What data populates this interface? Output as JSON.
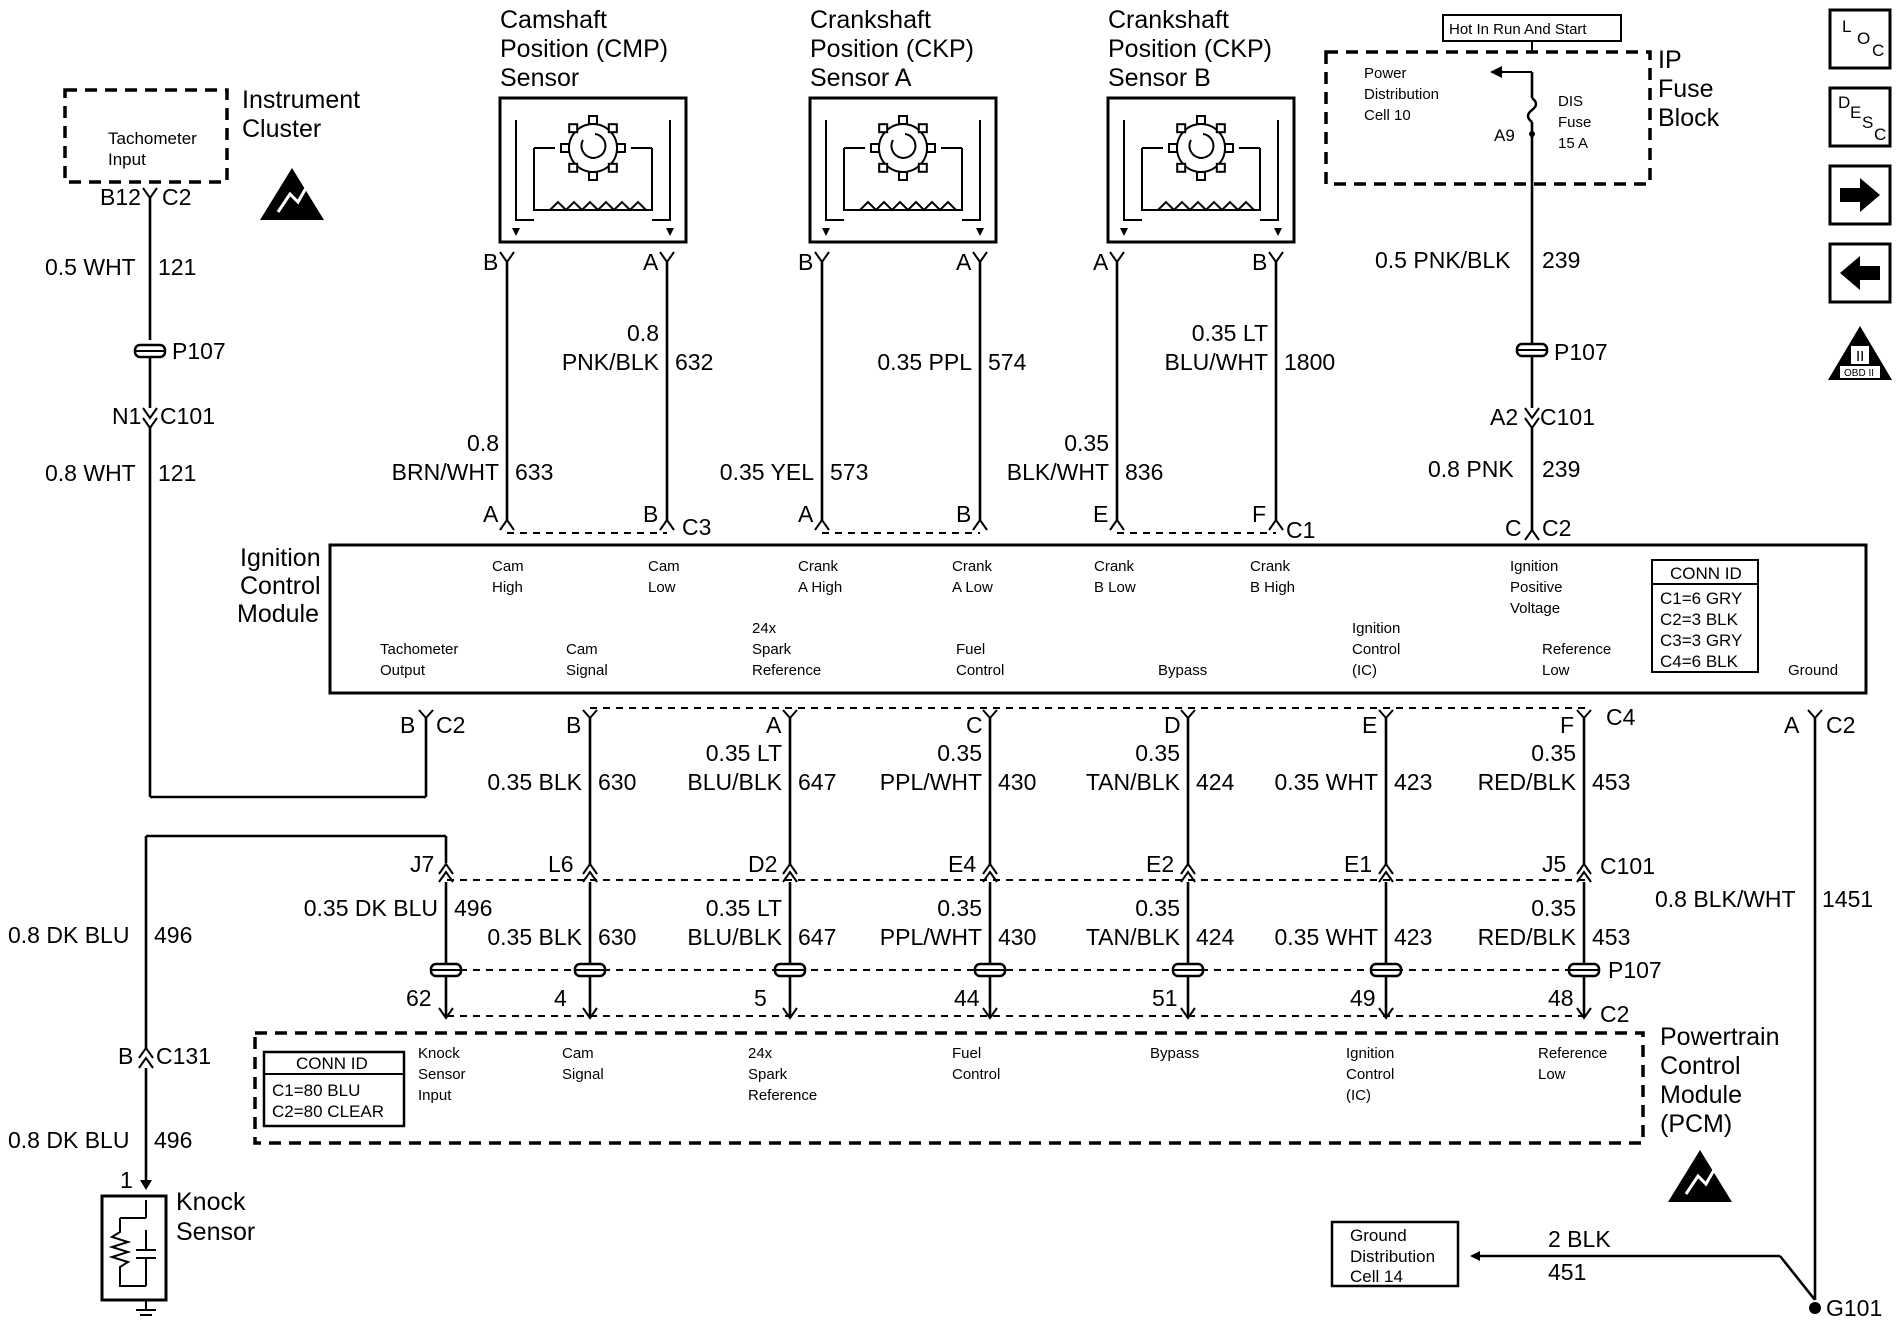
{
  "modules": {
    "instrument_cluster": {
      "name": "Instrument Cluster",
      "pin": "Tachometer Input",
      "connector": "B12",
      "connector_id": "C2"
    },
    "cmp_sensor": {
      "name": [
        "Camshaft",
        "Position (CMP)",
        "Sensor"
      ],
      "pins": [
        "B",
        "A"
      ]
    },
    "ckp_a": {
      "name": [
        "Crankshaft",
        "Position (CKP)",
        "Sensor A"
      ],
      "pins": [
        "B",
        "A"
      ]
    },
    "ckp_b": {
      "name": [
        "Crankshaft",
        "Position (CKP)",
        "Sensor B"
      ],
      "pins": [
        "A",
        "B"
      ]
    },
    "fuse_block": {
      "hot_label": "Hot In Run And Start",
      "name": [
        "IP",
        "Fuse",
        "Block"
      ],
      "pdc": [
        "Power",
        "Distribution",
        "Cell 10"
      ],
      "fuse": [
        "DIS",
        "Fuse",
        "15 A"
      ],
      "terminal": "A9"
    },
    "icm": {
      "name": [
        "Ignition",
        "Control",
        "Module"
      ],
      "top_labels": [
        [
          "Cam",
          "High"
        ],
        [
          "Cam",
          "Low"
        ],
        [
          "Crank",
          "A High"
        ],
        [
          "Crank",
          "A Low"
        ],
        [
          "Crank",
          "B Low"
        ],
        [
          "Crank",
          "B High"
        ],
        [
          "Ignition",
          "Positive",
          "Voltage"
        ]
      ],
      "bottom_labels": [
        [
          "Tachometer",
          "Output"
        ],
        [
          "Cam",
          "Signal"
        ],
        [
          "24x",
          "Spark",
          "Reference"
        ],
        [
          "Fuel",
          "Control"
        ],
        [
          "Bypass"
        ],
        [
          "Ignition",
          "Control",
          "(IC)"
        ],
        [
          "Reference",
          "Low"
        ],
        [
          "Ground"
        ]
      ],
      "conn_id_title": "CONN ID",
      "conn_ids": [
        "C1=6 GRY",
        "C2=3 BLK",
        "C3=3 GRY",
        "C4=6 BLK"
      ]
    },
    "pcm": {
      "name": [
        "Powertrain",
        "Control",
        "Module",
        "(PCM)"
      ],
      "labels": [
        [
          "Knock",
          "Sensor",
          "Input"
        ],
        [
          "Cam",
          "Signal"
        ],
        [
          "24x",
          "Spark",
          "Reference"
        ],
        [
          "Fuel",
          "Control"
        ],
        [
          "Bypass"
        ],
        [
          "Ignition",
          "Control",
          "(IC)"
        ],
        [
          "Reference",
          "Low"
        ]
      ],
      "conn_id_title": "CONN ID",
      "conn_ids": [
        "C1=80 BLU",
        "C2=80 CLEAR"
      ],
      "pins": [
        "62",
        "4",
        "5",
        "44",
        "51",
        "49",
        "48"
      ],
      "connector": "C2"
    },
    "knock_sensor": {
      "name": [
        "Knock",
        "Sensor"
      ],
      "pin": "1"
    },
    "ground_dist": {
      "name": [
        "Ground",
        "Distribution",
        "Cell 14"
      ]
    }
  },
  "wires": {
    "tach_upper": {
      "gauge": "0.5 WHT",
      "circuit": "121"
    },
    "tach_lower": {
      "gauge": "0.8 WHT",
      "circuit": "121"
    },
    "cmp_b": {
      "gauge": [
        "0.8",
        "BRN/WHT"
      ],
      "circuit": "633"
    },
    "cmp_a": {
      "gauge": [
        "0.8",
        "PNK/BLK"
      ],
      "circuit": "632"
    },
    "ckpa_b": {
      "gauge": "0.35 YEL",
      "circuit": "573"
    },
    "ckpa_a": {
      "gauge": "0.35 PPL",
      "circuit": "574"
    },
    "ckpb_a": {
      "gauge": [
        "0.35",
        "BLK/WHT"
      ],
      "circuit": "836"
    },
    "ckpb_b": {
      "gauge": [
        "0.35 LT",
        "BLU/WHT"
      ],
      "circuit": "1800"
    },
    "fuse_upper": {
      "gauge": "0.5 PNK/BLK",
      "circuit": "239"
    },
    "fuse_lower": {
      "gauge": "0.8 PNK",
      "circuit": "239"
    },
    "knock_upper": {
      "gauge": "0.8 DK BLU",
      "circuit": "496"
    },
    "knock_lower": {
      "gauge": "0.8 DK BLU",
      "circuit": "496"
    },
    "ground_icm": {
      "gauge": "0.8 BLK/WHT",
      "circuit": "1451"
    },
    "ground_451": {
      "gauge": "2 BLK",
      "circuit": "451"
    },
    "upper_row": [
      {
        "gauge": [
          "0.35 BLK"
        ],
        "circuit": "630"
      },
      {
        "gauge": [
          "0.35 LT",
          "BLU/BLK"
        ],
        "circuit": "647"
      },
      {
        "gauge": [
          "0.35",
          "PPL/WHT"
        ],
        "circuit": "430"
      },
      {
        "gauge": [
          "0.35",
          "TAN/BLK"
        ],
        "circuit": "424"
      },
      {
        "gauge": [
          "0.35 WHT"
        ],
        "circuit": "423"
      },
      {
        "gauge": [
          "0.35",
          "RED/BLK"
        ],
        "circuit": "453"
      }
    ],
    "lower_row": [
      {
        "gauge": [
          "0.35 DK BLU"
        ],
        "circuit": "496"
      },
      {
        "gauge": [
          "0.35 BLK"
        ],
        "circuit": "630"
      },
      {
        "gauge": [
          "0.35 LT",
          "BLU/BLK"
        ],
        "circuit": "647"
      },
      {
        "gauge": [
          "0.35",
          "PPL/WHT"
        ],
        "circuit": "430"
      },
      {
        "gauge": [
          "0.35",
          "TAN/BLK"
        ],
        "circuit": "424"
      },
      {
        "gauge": [
          "0.35 WHT"
        ],
        "circuit": "423"
      },
      {
        "gauge": [
          "0.35",
          "RED/BLK"
        ],
        "circuit": "453"
      }
    ]
  },
  "connectors": {
    "p107": "P107",
    "c101": "C101",
    "c131": "C131",
    "c1": "C1",
    "c2": "C2",
    "c3": "C3",
    "c4": "C4",
    "g101": "G101",
    "n1": "N1",
    "a2": "A2",
    "b_c131": "B",
    "icm_top_pins": [
      "A",
      "B",
      "A",
      "B",
      "E",
      "F",
      "C"
    ],
    "icm_bottom_pins": [
      "B",
      "B",
      "A",
      "C",
      "D",
      "E",
      "F",
      "A"
    ],
    "c101_pins": [
      "J7",
      "L6",
      "D2",
      "E4",
      "E2",
      "E1",
      "J5"
    ]
  },
  "nav": {
    "loc": [
      "L",
      "O",
      "C"
    ],
    "desc": [
      "D",
      "E",
      "S",
      "C"
    ],
    "next_icon": "right-arrow-icon",
    "prev_icon": "left-arrow-icon",
    "obd": "OBD II"
  }
}
